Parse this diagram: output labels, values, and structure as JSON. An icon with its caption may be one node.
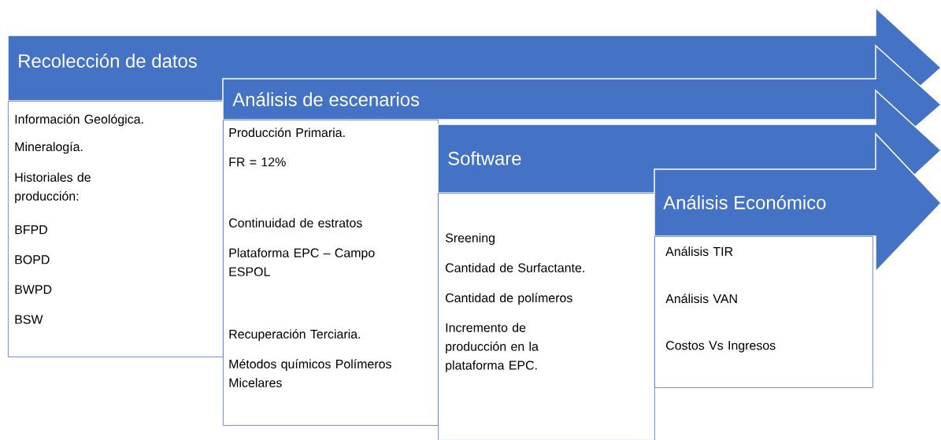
{
  "diagram": {
    "nodes": [
      {
        "text": [
          "Recolección de datos"
        ]
      },
      {
        "text": [
          "Información Geológica.",
          "Mineralogía.",
          "Historiales de producción:",
          "BFPD",
          "BOPD",
          "BWPD",
          "BSW"
        ]
      },
      {
        "text": [
          "Análisis de escenarios"
        ]
      },
      {
        "text": [
          "Producción Primaria.",
          "FR = 12%",
          "Continuidad de estratos",
          "Plataforma  EPC – Campo ESPOL",
          "Recuperación Terciaria.",
          "Métodos químicos Polímeros Micelares"
        ]
      },
      {
        "text": [
          "Software"
        ]
      },
      {
        "text": [
          "Sreening",
          "Cantidad de Surfactante.",
          "Cantidad de polímeros",
          "Incremento de producción en la plataforma EPC."
        ]
      },
      {
        "text": [
          "Análisis Económico"
        ]
      },
      {
        "text": [
          "Análisis TIR",
          "Análisis VAN",
          "Costos Vs Ingresos"
        ]
      }
    ]
  }
}
